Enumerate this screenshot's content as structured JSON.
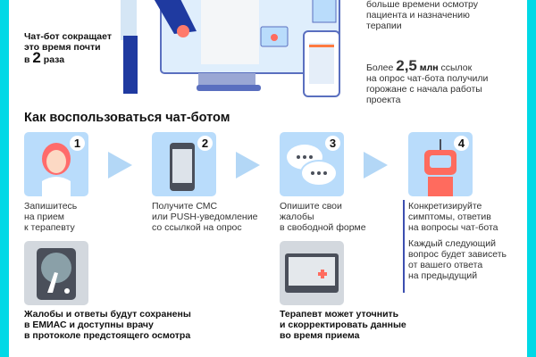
{
  "top": {
    "left_stat": {
      "line1": "Чат-бот сокращает",
      "line2": "это время почти",
      "prefix": "в",
      "number": "2",
      "suffix": "раза"
    },
    "right_top": [
      "больше времени осмотру",
      "пациента и назначению",
      "терапии"
    ],
    "right_stat": {
      "prefix": "Более",
      "number": "2,5",
      "unit": "млн",
      "rest": "ссылок",
      "line2": "на опрос чат-бота получили",
      "line3": "горожане с начала работы",
      "line4": "проекта"
    }
  },
  "heading": "Как воспользоваться чат-ботом",
  "steps": [
    {
      "num": "1",
      "text": [
        "Запишитесь",
        "на прием",
        "к терапевту"
      ],
      "icon": "doctor-icon"
    },
    {
      "num": "2",
      "text": [
        "Получите СМС",
        "или PUSH-уведомление",
        "со ссылкой на опрос"
      ],
      "icon": "smartphone-icon"
    },
    {
      "num": "3",
      "text": [
        "Опишите свои",
        "жалобы",
        "в свободной форме"
      ],
      "icon": "chat-bubbles-icon"
    },
    {
      "num": "4",
      "text": [
        "Конкретизируйте",
        "симптомы, ответив",
        "на вопросы чат-бота"
      ],
      "icon": "robot-icon"
    }
  ],
  "step4_note": [
    "Каждый следующий",
    "вопрос будет зависеть",
    "от вашего ответа",
    "на предыдущий"
  ],
  "results": [
    {
      "text": [
        "Жалобы и ответы будут сохранены",
        "в ЕМИАС и доступны врачу",
        "в протоколе предстоящего осмотра"
      ],
      "icon": "hard-drive-icon"
    },
    {
      "text": [
        "Терапевт может уточнить",
        "и скорректировать данные",
        "во время приема"
      ],
      "icon": "tablet-record-icon"
    }
  ],
  "colors": {
    "frame": "#00d9e6",
    "box": "#b9dcfb",
    "box_gray": "#d3d8de",
    "accent_line": "#3c4fb0"
  }
}
